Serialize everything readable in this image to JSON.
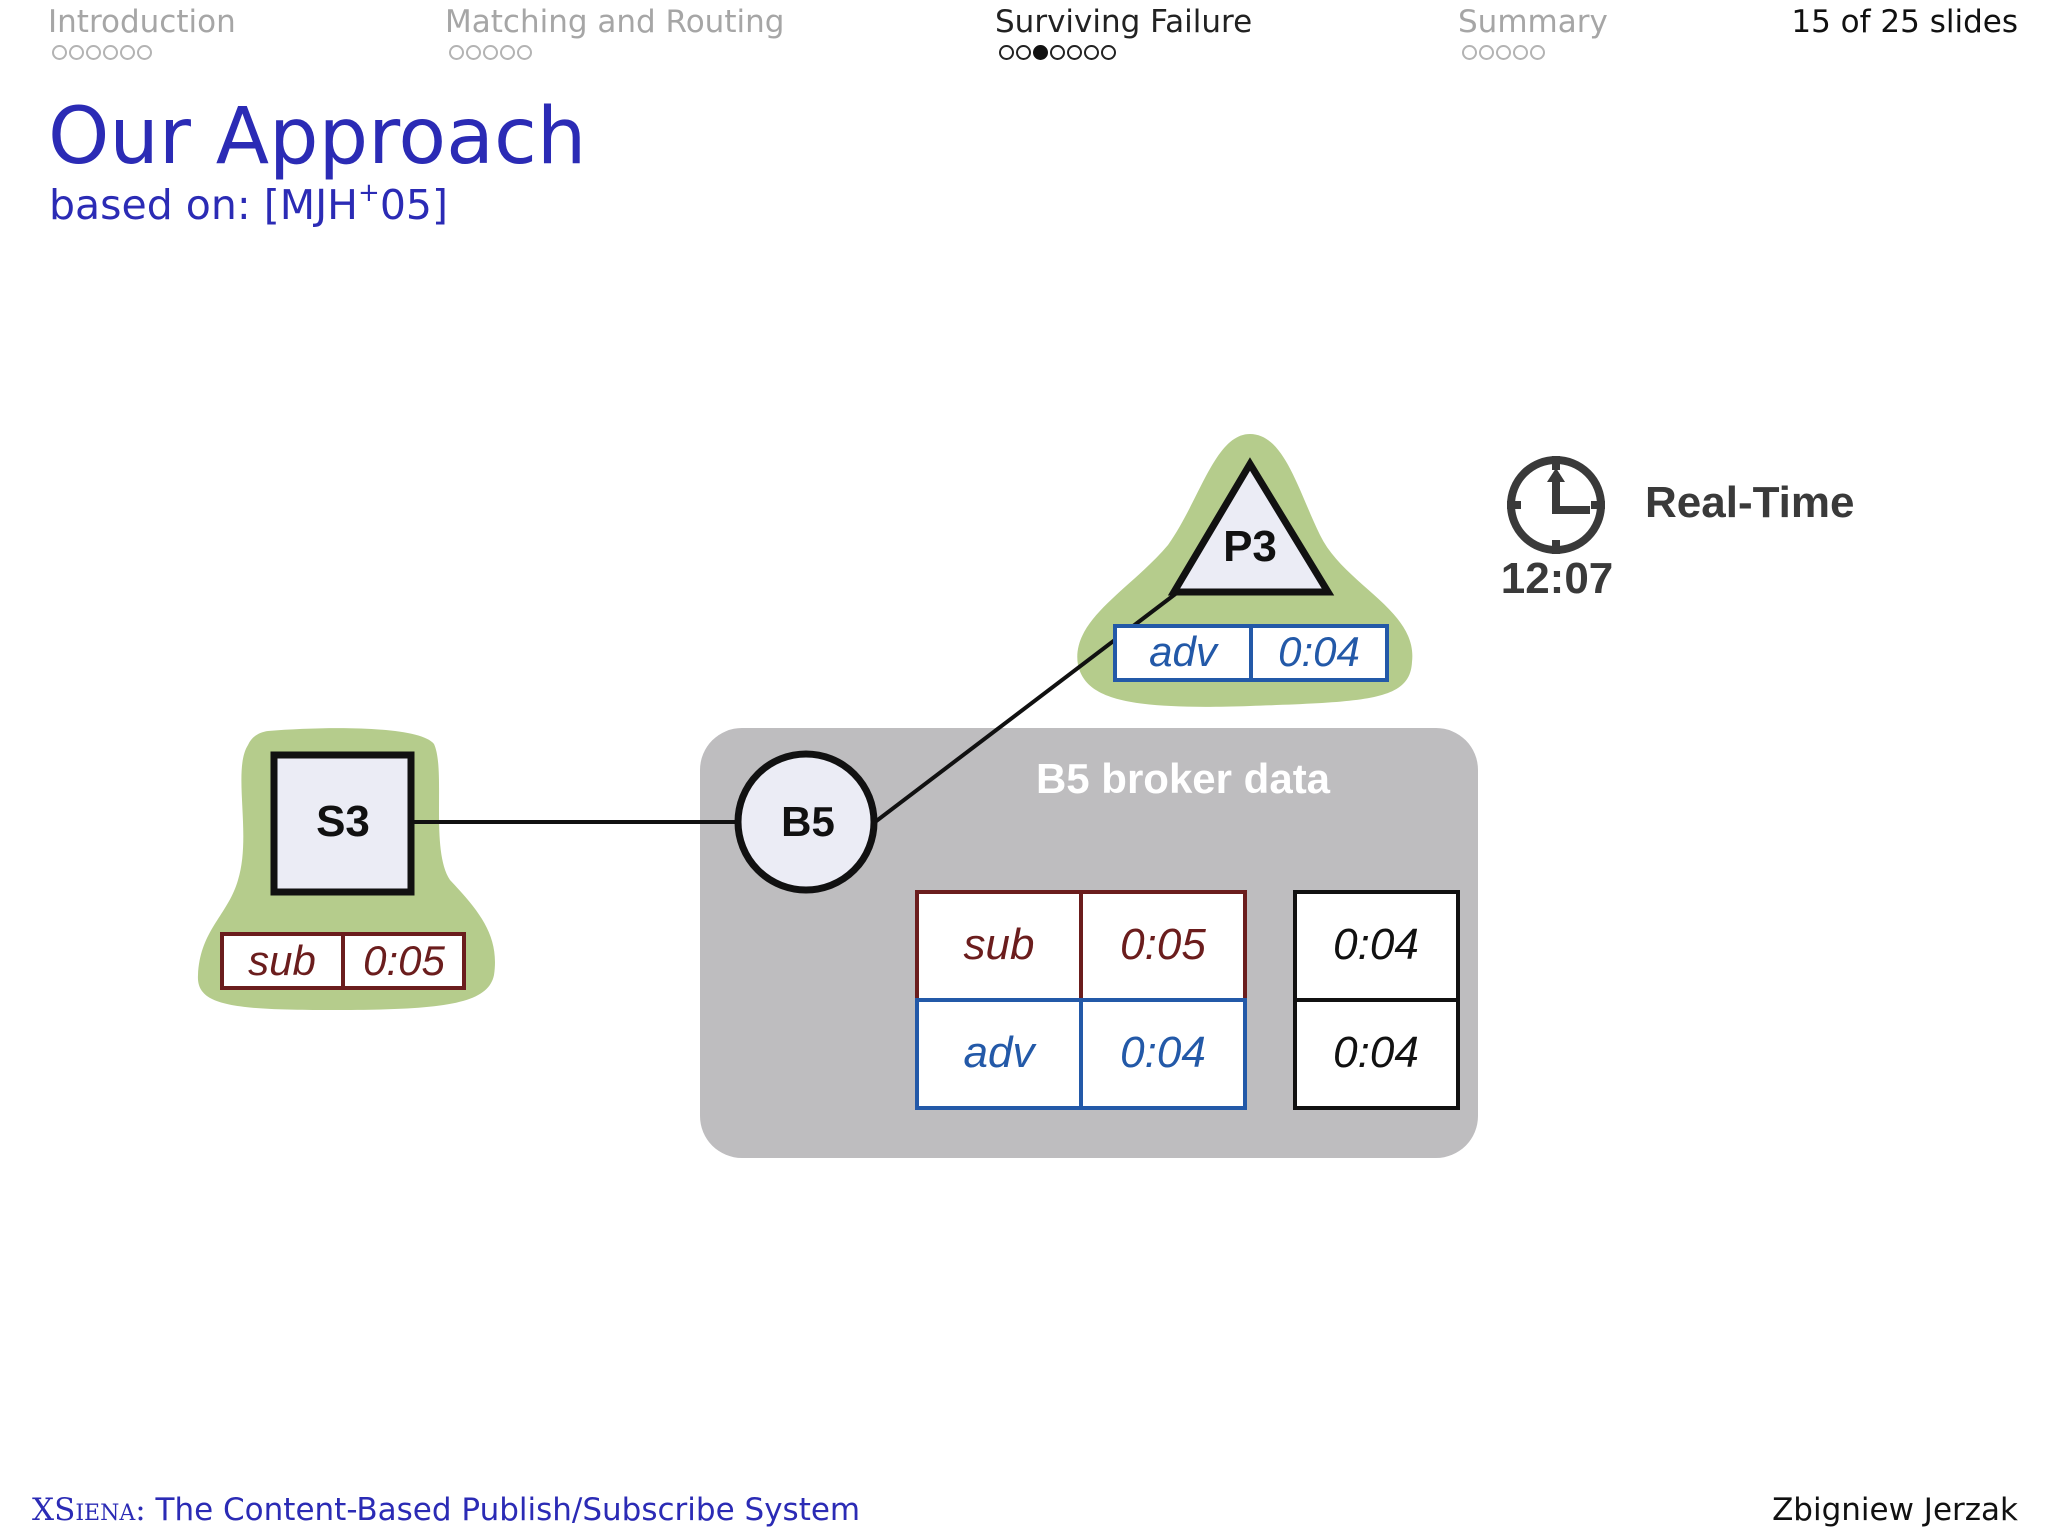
{
  "nav": {
    "sections": [
      {
        "title": "Introduction",
        "dots": 6,
        "current": -1
      },
      {
        "title": "Matching and Routing",
        "dots": 5,
        "current": -1
      },
      {
        "title": "Surviving Failure",
        "dots": 7,
        "current": 2
      },
      {
        "title": "Summary",
        "dots": 5,
        "current": -1
      }
    ],
    "slide_counter": "15 of 25 slides"
  },
  "slide": {
    "title": "Our Approach",
    "subtitle_prefix": "based on: [MJH",
    "subtitle_sup": "+",
    "subtitle_suffix": "05]"
  },
  "diagram": {
    "subscriber": {
      "label": "S3",
      "tag": "sub",
      "time": "0:05"
    },
    "broker": {
      "label": "B5",
      "panel_title": "B5 broker data"
    },
    "publisher": {
      "label": "P3",
      "tag": "adv",
      "time": "0:04"
    },
    "broker_table": {
      "rows": [
        {
          "type": "sub",
          "time": "0:05",
          "extra": "0:04"
        },
        {
          "type": "adv",
          "time": "0:04",
          "extra": "0:04"
        }
      ]
    },
    "clock": {
      "label": "Real-Time",
      "time": "12:07",
      "icon": "clock-icon"
    },
    "colors": {
      "sub": "#6b1d1d",
      "adv": "#2359a8",
      "halo": "#b5cc8c",
      "panel": "#bebdbf",
      "node_fill": "#ebecf5",
      "title_blue": "#2b2bb5"
    }
  },
  "footer": {
    "brand_prefix": "X",
    "brand_smallcaps": "Siena",
    "brand_suffix": ":",
    "title": "The Content-Based Publish/Subscribe System",
    "author": "Zbigniew Jerzak"
  }
}
